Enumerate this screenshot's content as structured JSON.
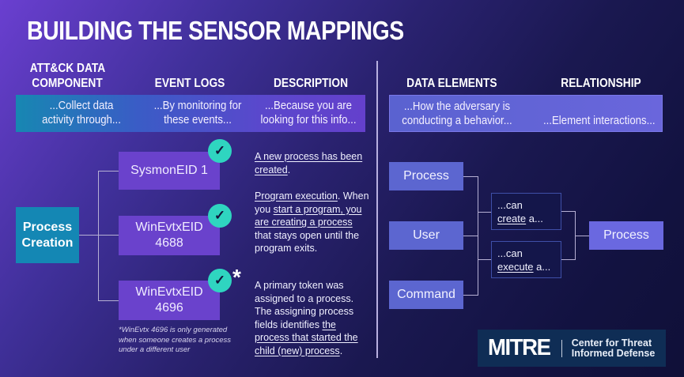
{
  "title": "BUILDING THE SENSOR MAPPINGS",
  "left_section": {
    "columns": [
      {
        "heading_line1": "ATT&CK DATA",
        "heading_line2": "COMPONENT",
        "band_line1": "...Collect data",
        "band_line2": "activity through..."
      },
      {
        "heading_line1": "",
        "heading_line2": "EVENT LOGS",
        "band_line1": "...By monitoring for",
        "band_line2": "these events..."
      },
      {
        "heading_line1": "",
        "heading_line2": "DESCRIPTION",
        "band_line1": "...Because you are",
        "band_line2": "looking for this info..."
      }
    ],
    "data_component": {
      "line1": "Process",
      "line2": "Creation"
    },
    "event_logs": [
      {
        "line1": "SysmonEID 1",
        "line2": "",
        "checked": true,
        "asterisk": false
      },
      {
        "line1": "WinEvtxEID",
        "line2": "4688",
        "checked": true,
        "asterisk": false
      },
      {
        "line1": "WinEvtxEID",
        "line2": "4696",
        "checked": true,
        "asterisk": true
      }
    ],
    "check_glyph": "✓",
    "asterisk_glyph": "*",
    "descriptions": [
      {
        "parts": [
          {
            "text": "A new process has been created",
            "underline": true
          },
          {
            "text": ".",
            "underline": false
          }
        ]
      },
      {
        "parts": [
          {
            "text": "Program execution",
            "underline": true
          },
          {
            "text": ". When you ",
            "underline": false
          },
          {
            "text": "start a program, you are creating a process",
            "underline": true
          },
          {
            "text": " that stays open until the program exits.",
            "underline": false
          }
        ]
      },
      {
        "parts": [
          {
            "text": "A primary token was assigned to a process. The assigning process fields identifies ",
            "underline": false
          },
          {
            "text": "the process that started the child (new) process",
            "underline": true
          },
          {
            "text": ".",
            "underline": false
          }
        ]
      }
    ],
    "footnote": "*WinEvtx 4696 is only generated when someone creates a process under a different user"
  },
  "right_section": {
    "columns": [
      {
        "heading": "DATA ELEMENTS",
        "band_line1": "...How the adversary is",
        "band_line2": "conducting a behavior..."
      },
      {
        "heading": "RELATIONSHIP",
        "band_line1": "",
        "band_line2": "...Element interactions..."
      }
    ],
    "data_elements": [
      "Process",
      "User",
      "Command"
    ],
    "relationships": [
      {
        "line1": "...can",
        "verb": "create",
        "suffix": " a..."
      },
      {
        "line1": "...can",
        "verb": "execute",
        "suffix": " a..."
      }
    ],
    "target": "Process"
  },
  "logo": {
    "brand": "MITRE",
    "line1": "Center for Threat",
    "line2": "Informed Defense"
  },
  "colors": {
    "teal_box": "#1487b4",
    "purple_box": "#6a42cc",
    "blue_box": "#5c66d0",
    "check": "#2fd5c0",
    "logo_bg": "#0f2d55"
  }
}
